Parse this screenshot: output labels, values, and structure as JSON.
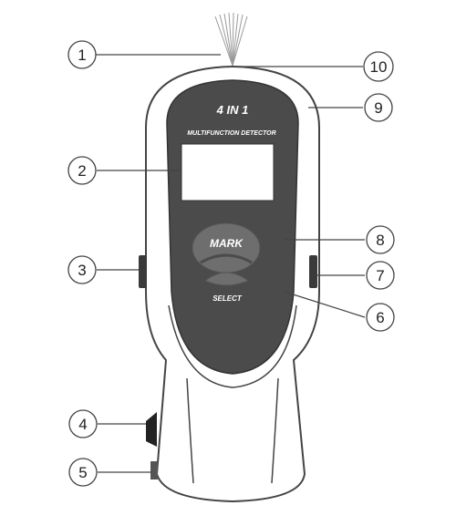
{
  "device": {
    "model_text": "4 IN 1",
    "subtitle_text": "MULTIFUNCTION DETECTOR",
    "mark_button_label": "MARK",
    "select_button_label": "SELECT"
  },
  "callouts": [
    {
      "id": "callout-1",
      "label": "1"
    },
    {
      "id": "callout-2",
      "label": "2"
    },
    {
      "id": "callout-3",
      "label": "3"
    },
    {
      "id": "callout-4",
      "label": "4"
    },
    {
      "id": "callout-5",
      "label": "5"
    },
    {
      "id": "callout-6",
      "label": "6"
    },
    {
      "id": "callout-7",
      "label": "7"
    },
    {
      "id": "callout-8",
      "label": "8"
    },
    {
      "id": "callout-9",
      "label": "9"
    },
    {
      "id": "callout-10",
      "label": "10"
    }
  ],
  "colors": {
    "line": "#444444",
    "panel": "#4b4b4b",
    "button": "#6e6e6e",
    "body_fill": "#ffffff",
    "display": "#ffffff"
  }
}
